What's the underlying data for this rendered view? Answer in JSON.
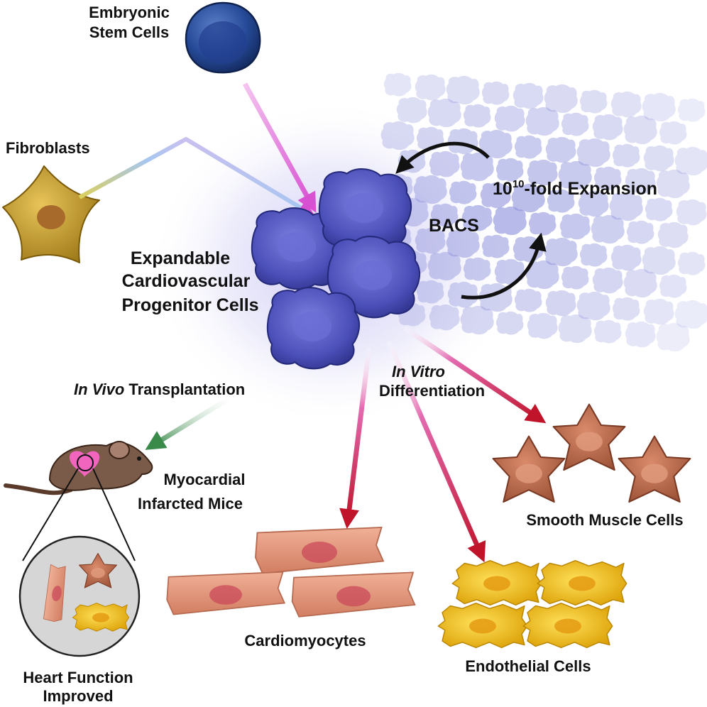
{
  "labels": {
    "embryonic_line1": "Embryonic",
    "embryonic_line2": "Stem Cells",
    "fibroblasts": "Fibroblasts",
    "expandable_line1": "Expandable",
    "expandable_line2": "Cardiovascular",
    "expandable_line3": "Progenitor Cells",
    "expansion_base": "10",
    "expansion_exp": "10",
    "expansion_rest": "-fold Expansion",
    "bacs": "BACS",
    "invivo_italic": "In Vivo",
    "invivo_rest": " Transplantation",
    "invitro_italic": "In  Vitro",
    "differentiation": "Differentiation",
    "mice_line1": "Myocardial",
    "mice_line2": "Infarcted Mice",
    "heart_line1": "Heart Function",
    "heart_line2": "Improved",
    "smooth_muscle": "Smooth Muscle Cells",
    "cardiomyocytes": "Cardiomyocytes",
    "endothelial": "Endothelial Cells"
  },
  "colors": {
    "progenitor": "#4b4fb8",
    "stem_cell": "#1f3f86",
    "fibroblast": "#c29a2a",
    "smooth_muscle": "#b96a4e",
    "cardiomyocyte": "#e29a7e",
    "endothelial": "#f0c21c",
    "arrow_pink": "#e070d8",
    "arrow_red": "#c0142b",
    "arrow_green": "#3a8a4a"
  }
}
